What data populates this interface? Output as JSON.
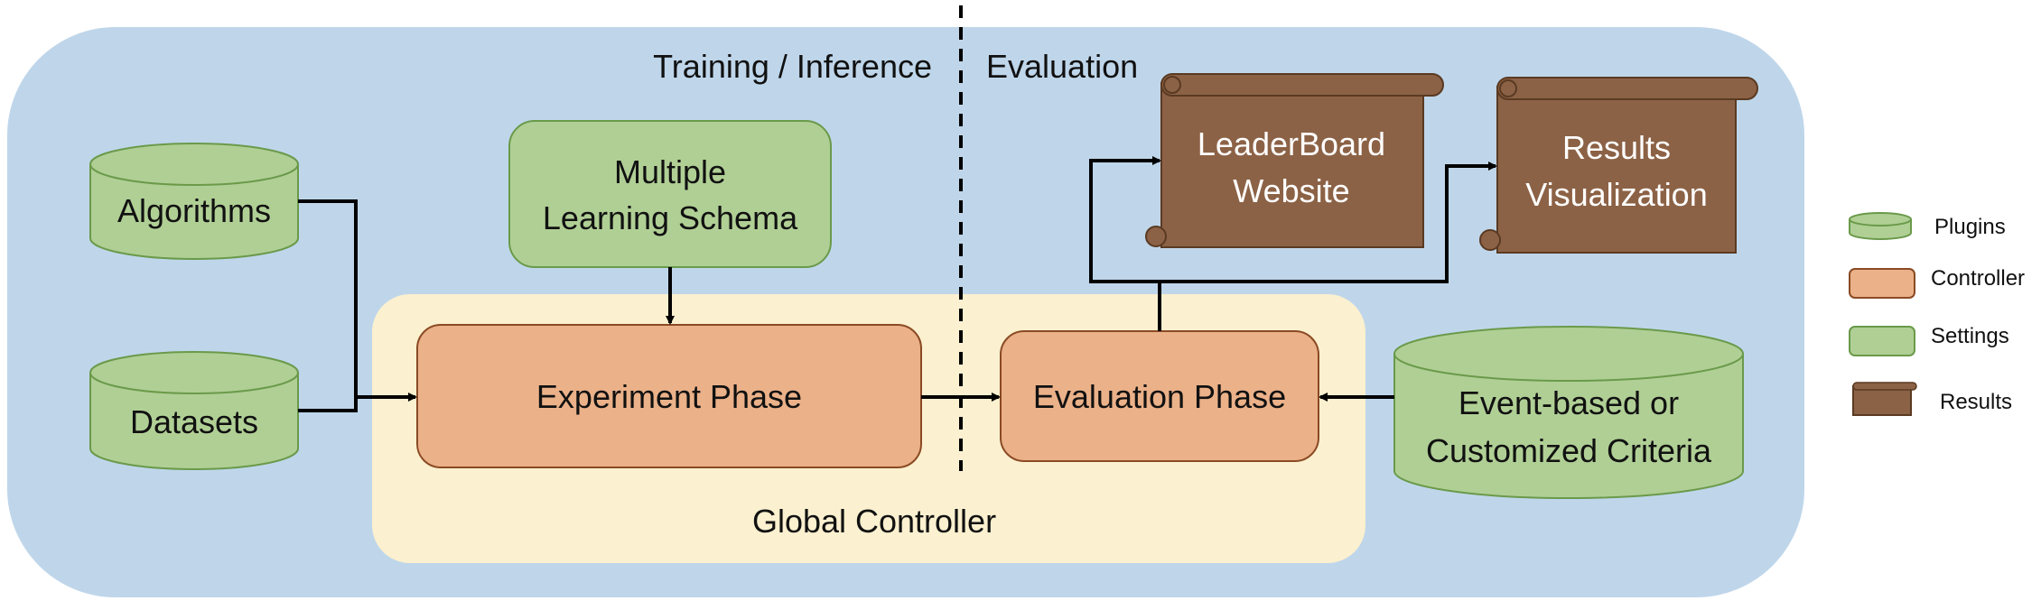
{
  "colors": {
    "background_panel": "#bfd6ea",
    "controller_panel": "#fbf0cf",
    "plugin_fill": "#b0cf95",
    "plugin_stroke": "#6a9a4a",
    "controller_fill": "#ebb189",
    "controller_stroke": "#8a4a24",
    "results_fill": "#8c6246",
    "results_stroke": "#5a3a22",
    "arrow": "#000000"
  },
  "sections": {
    "training_inference": "Training / Inference",
    "evaluation": "Evaluation"
  },
  "plugins": {
    "algorithms": "Algorithms",
    "datasets": "Datasets",
    "criteria_line1": "Event-based or",
    "criteria_line2": "Customized Criteria"
  },
  "settings": {
    "schema_line1": "Multiple",
    "schema_line2": "Learning Schema"
  },
  "controller": {
    "global": "Global Controller",
    "experiment_phase": "Experiment Phase",
    "evaluation_phase": "Evaluation Phase"
  },
  "results": {
    "leaderboard_line1": "LeaderBoard",
    "leaderboard_line2": "Website",
    "visualization_line1": "Results",
    "visualization_line2": "Visualization"
  },
  "legend": {
    "plugins": "Plugins",
    "controller": "Controller",
    "settings": "Settings",
    "results": "Results"
  }
}
